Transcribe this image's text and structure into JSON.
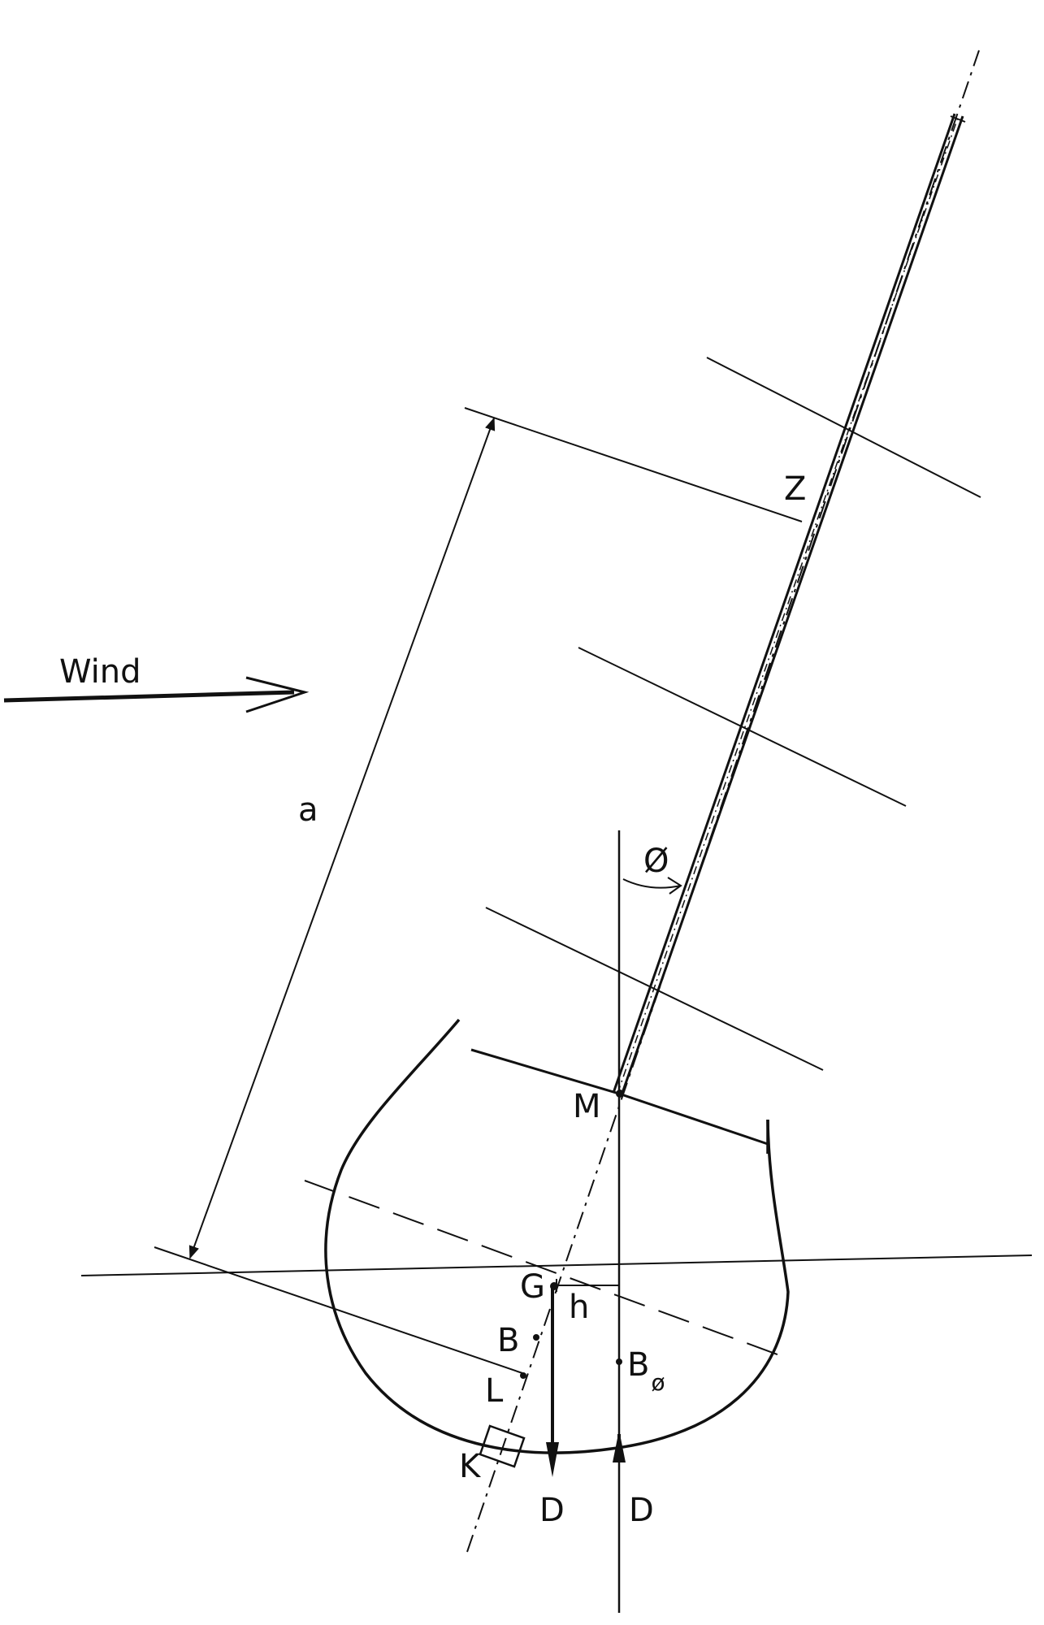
{
  "diagram": {
    "wind_label": "Wind",
    "dimension_label": "a",
    "angle_label": "Ø",
    "labels": {
      "z": "Z",
      "m": "M",
      "g": "G",
      "h": "h",
      "b": "B",
      "b_phi_main": "B",
      "b_phi_sub": "ø",
      "l": "L",
      "k": "K",
      "d_left": "D",
      "d_right": "D"
    }
  }
}
